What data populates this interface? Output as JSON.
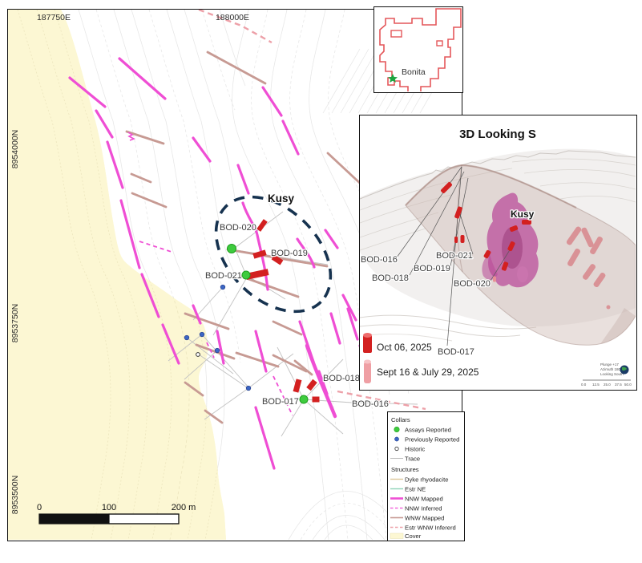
{
  "map": {
    "eastings": [
      "187750E",
      "188000E"
    ],
    "northings": [
      "8954000N",
      "8953750N",
      "8953500N"
    ],
    "area_label": "Kusy",
    "hole_labels": [
      "BOD-020",
      "BOD-019",
      "BOD-021",
      "BOD-018",
      "BOD-017",
      "BOD-016"
    ],
    "scale_ticks": [
      "0",
      "100",
      "200 m"
    ]
  },
  "inset": {
    "label": "Bonita"
  },
  "panel3d": {
    "title": "3D Looking S",
    "area_label": "Kusy",
    "hole_labels": [
      "BOD-016",
      "BOD-018",
      "BOD-019",
      "BOD-021",
      "BOD-020",
      "BOD-017"
    ],
    "legend": [
      {
        "label": "Oct 06, 2025"
      },
      {
        "label": "Sept 16 & July 29, 2025"
      }
    ],
    "view_info": [
      "Plunge +17",
      "Azimuth 180",
      "Looking South"
    ],
    "scale_ticks": [
      "0.0",
      "12.5",
      "25.0",
      "37.5",
      "50.0"
    ]
  },
  "legend": {
    "collars_title": "Collars",
    "collars": [
      {
        "label": "Assays Reported",
        "color": "#3ecb3e"
      },
      {
        "label": "Previously Reported",
        "color": "#3c66c4"
      },
      {
        "label": "Historic",
        "color": "#ffffff"
      },
      {
        "label": "Trace",
        "color": "#bbbbbb"
      }
    ],
    "structures_title": "Structures",
    "structures": [
      {
        "label": "Dyke rhyodacite",
        "color": "#ddc79a"
      },
      {
        "label": "Estr NE",
        "color": "#8fd4b8"
      },
      {
        "label": "NNW Mapped",
        "color": "#ef4ed4"
      },
      {
        "label": "NNW Inferred",
        "color": "#ef4ed4"
      },
      {
        "label": "WNW Mapped",
        "color": "#c79a93"
      },
      {
        "label": "Estr WNW Infererd",
        "color": "#eda0a8"
      },
      {
        "label": "Cover",
        "color": "#fcf7d3"
      }
    ]
  },
  "colors": {
    "nnw_mapped": "#ef4ed4",
    "wnw_mapped": "#c79a93",
    "cover": "#fcf7d3",
    "assay_green": "#3ecb3e",
    "previous_blue": "#3c66c4",
    "drill_red": "#d32020",
    "kusy_outline": "#16324f",
    "kusy_body_3d": "#b94898"
  }
}
